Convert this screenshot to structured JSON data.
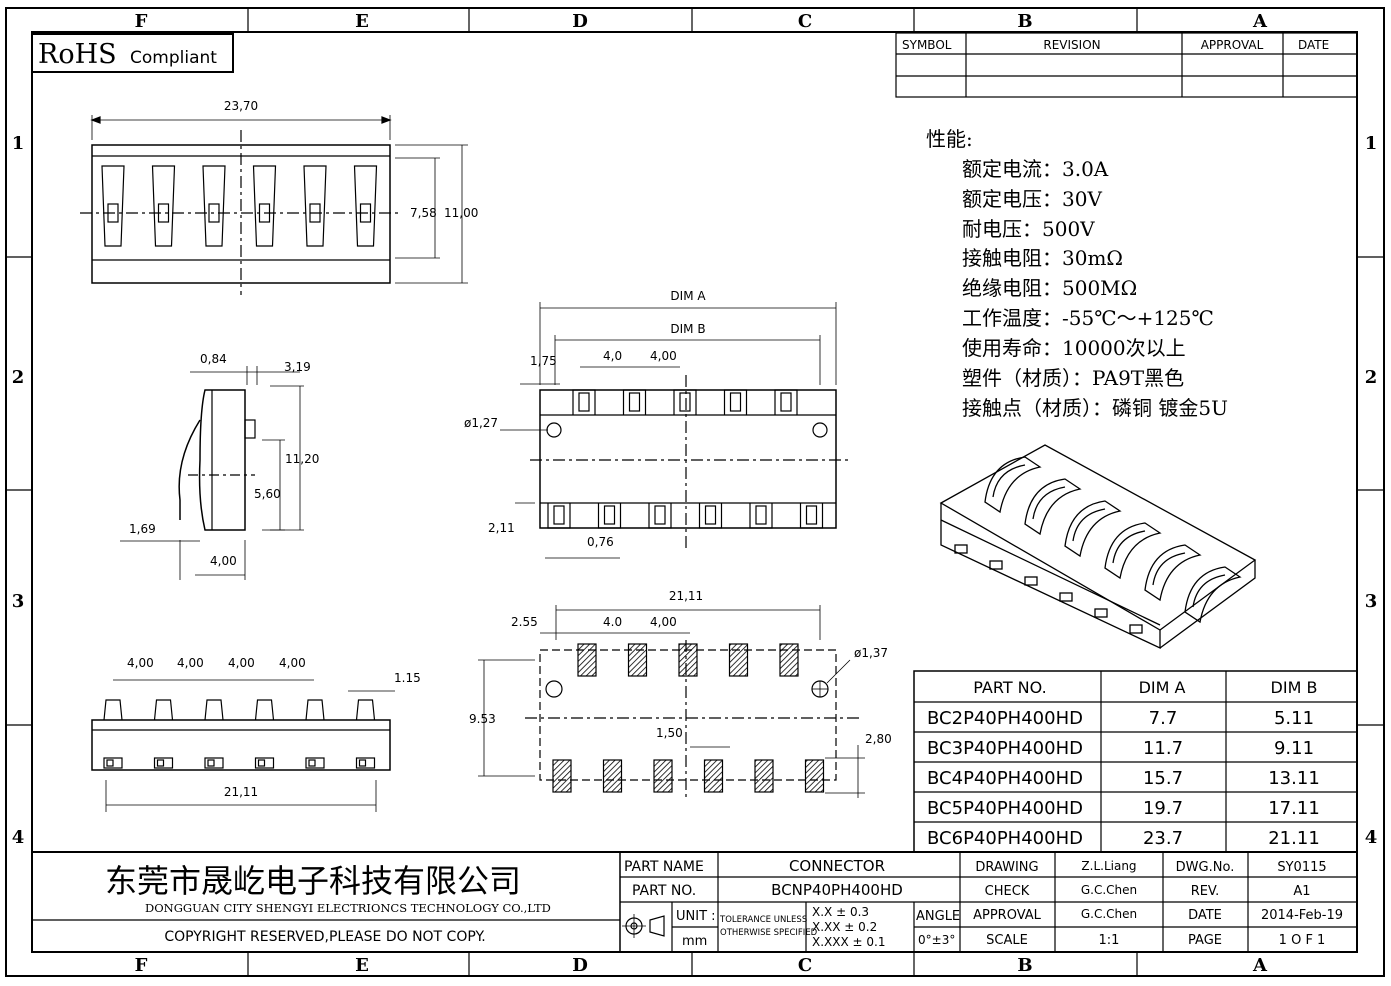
{
  "zones": {
    "columns": [
      "F",
      "E",
      "D",
      "C",
      "B",
      "A"
    ],
    "rows": [
      "1",
      "2",
      "3",
      "4"
    ]
  },
  "rohs": {
    "big": "RoHS",
    "small": "Compliant"
  },
  "revision_table": {
    "headers": [
      "SYMBOL",
      "REVISION",
      "APPROVAL",
      "DATE"
    ]
  },
  "specs": {
    "title": "性能:",
    "lines": [
      "额定电流：3.0A",
      "额定电压：30V",
      "耐电压：500V",
      "接触电阻：30mΩ",
      "绝缘电阻：500MΩ",
      "工作温度：-55℃～+125℃",
      "使用寿命：10000次以上",
      "塑件（材质）：PA9T黑色",
      "接触点（材质）：磷铜 镀金5U"
    ]
  },
  "dims": {
    "top_width": "23,70",
    "top_h1": "7,58",
    "top_h2": "11,00",
    "side_a": "0,84",
    "side_b": "3,19",
    "side_c": "11,20",
    "side_d": "5,60",
    "side_e": "1,69",
    "side_f": "4,00",
    "mid_dima": "DIM A",
    "mid_dimb": "DIM B",
    "mid_175": "1,75",
    "mid_p1": "4,0",
    "mid_p2": "4,00",
    "mid_hole": "ø1,27",
    "mid_211": "2,11",
    "mid_076": "0,76",
    "front_p": [
      "4,00",
      "4,00",
      "4,00",
      "4,00"
    ],
    "front_115": "1.15",
    "front_w": "21,11",
    "pcb_w": "21,11",
    "pcb_255": "2.55",
    "pcb_p1": "4.0",
    "pcb_p2": "4,00",
    "pcb_hole": "ø1,37",
    "pcb_953": "9.53",
    "pcb_150": "1,50",
    "pcb_280": "2,80"
  },
  "part_table": {
    "headers": [
      "PART  NO.",
      "DIM  A",
      "DIM  B"
    ],
    "rows": [
      [
        "BC2P40PH400HD",
        "7.7",
        "5.11"
      ],
      [
        "BC3P40PH400HD",
        "11.7",
        "9.11"
      ],
      [
        "BC4P40PH400HD",
        "15.7",
        "13.11"
      ],
      [
        "BC5P40PH400HD",
        "19.7",
        "17.11"
      ],
      [
        "BC6P40PH400HD",
        "23.7",
        "21.11"
      ]
    ]
  },
  "title_block": {
    "company_cn": "东莞市晟屹电子科技有限公司",
    "company_en": "DONGGUAN CITY SHENGYI ELECTRIONCS TECHNOLOGY CO.,LTD",
    "copyright": "COPYRIGHT  RESERVED,PLEASE  DO  NOT  COPY.",
    "part_name_label": "PART NAME",
    "part_name": "CONNECTOR",
    "part_no_label": "PART NO.",
    "part_no": "BCNP40PH400HD",
    "unit_label": "UNIT :",
    "unit": "mm",
    "tol_1": "TOLERANCE  UNLESS",
    "tol_2": "OTHERWISE  SPECIFIED",
    "tol_x": "X.X  ± 0.3",
    "tol_xx": "X.XX  ± 0.2",
    "tol_xxx": "X.XXX  ± 0.1",
    "angle_label": "ANGLE",
    "angle": "0°±3°",
    "drawing_label": "DRAWING",
    "drawing": "Z.L.Liang",
    "check_label": "CHECK",
    "check": "G.C.Chen",
    "approval_label": "APPROVAL",
    "approval": "G.C.Chen",
    "scale_label": "SCALE",
    "scale": "1:1",
    "dwgno_label": "DWG.No.",
    "dwgno": "SY0115",
    "rev_label": "REV.",
    "rev": "A1",
    "date_label": "DATE",
    "date": "2014-Feb-19",
    "page_label": "PAGE",
    "page": "1  O F  1"
  }
}
